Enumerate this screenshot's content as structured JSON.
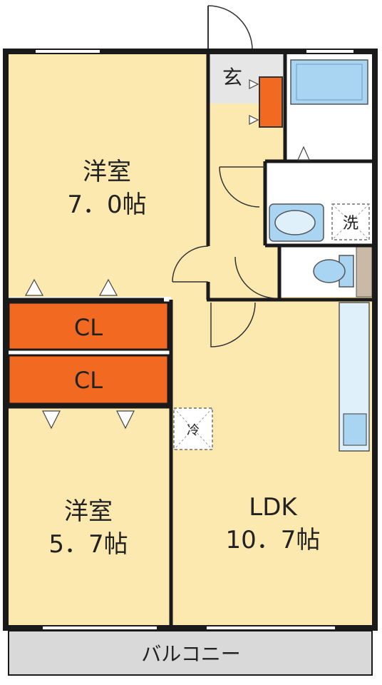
{
  "rooms": {
    "western_room_1": {
      "name": "洋室",
      "size": "7．0帖"
    },
    "western_room_2": {
      "name": "洋室",
      "size": "5．7帖"
    },
    "ldk": {
      "name": "LDK",
      "size": "10．7帖"
    }
  },
  "closets": {
    "upper": "CL",
    "lower": "CL"
  },
  "entrance": "玄",
  "washer": "洗",
  "fridge": "冷",
  "balcony": "バルコニー",
  "colors": {
    "room_floor": "#fce9b0",
    "closet": "#f26a21",
    "wall": "#1a1a1a",
    "tile": "#e6e6e6",
    "fixture": "#a9d4f2",
    "wet_area": "#ffffff",
    "balcony": "#d9d9d9"
  }
}
